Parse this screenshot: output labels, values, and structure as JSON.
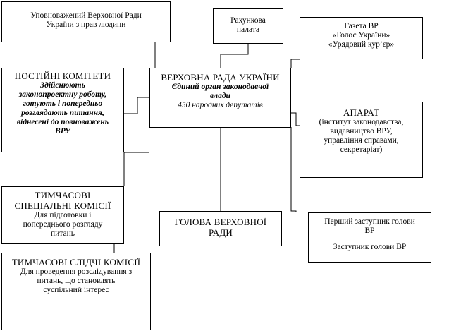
{
  "ombudsman": {
    "lines": [
      "Уповноважений Верховної Ради",
      "України з прав людини"
    ]
  },
  "accounting_chamber": {
    "lines": [
      "Рахункова",
      "палата"
    ]
  },
  "newspaper": {
    "lines": [
      "Газета ВР",
      "«Голос України»",
      "«Урядовий кур’єр»"
    ]
  },
  "rada": {
    "title": "ВЕРХОВНА РАДА УКРАЇНИ",
    "subtitle1": "Єдиний орган законодавчої",
    "subtitle2": "влади",
    "deputies": "450 народних депутатів"
  },
  "standing_committees": {
    "title": "ПОСТІЙНІ КОМІТЕТИ",
    "lines": [
      "Здійснюють",
      "законопроектну роботу,",
      "готують і попередньо",
      "розглядають питання,",
      "віднесені до повноважень",
      "ВРУ"
    ]
  },
  "apparatus": {
    "title": "АПАРАТ",
    "lines": [
      "(інститут законодавства,",
      "видавництво ВРУ,",
      "управління справами,",
      "секретаріат)"
    ]
  },
  "temporary_commissions": {
    "title1": "ТИМЧАСОВІ",
    "title2": "СПЕЦІАЛЬНІ КОМІСІЇ",
    "lines": [
      "Для підготовки і",
      "попереднього розгляду",
      "питань"
    ]
  },
  "chairman": {
    "lines": [
      "ГОЛОВА ВЕРХОВНОЇ",
      "РАДИ"
    ]
  },
  "deputies_box": {
    "line1": "Перший заступник голови",
    "line2": "ВР",
    "line3": "Заступник голови ВР"
  },
  "investigative_commissions": {
    "title": "ТИМЧАСОВІ СЛІДЧІ КОМІСІЇ",
    "lines": [
      "Для проведення розслідування з",
      "питань, що становлять",
      "суспільний інтерес"
    ]
  }
}
